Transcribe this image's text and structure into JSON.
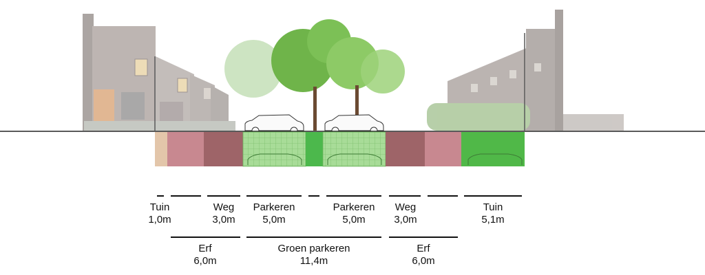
{
  "colors": {
    "tuin_small": "#e3c6aa",
    "erf": "#c88890",
    "weg": "#9e6468",
    "green_grid": "#a8dc98",
    "green_strip": "#4cb84c",
    "tuin_green": "#50b848",
    "ground_line": "#222222",
    "building": "#a09896"
  },
  "icons": {
    "tree": "tree-icon",
    "car": "car-icon",
    "house": "house-icon"
  },
  "labels": {
    "tuin_left_name": "Tuin",
    "tuin_left_width": "1,0m",
    "weg_left_name": "Weg",
    "weg_left_width": "3,0m",
    "parkeren_left_name": "Parkeren",
    "parkeren_left_width": "5,0m",
    "parkeren_right_name": "Parkeren",
    "parkeren_right_width": "5,0m",
    "weg_right_name": "Weg",
    "weg_right_width": "3,0m",
    "tuin_right_name": "Tuin",
    "tuin_right_width": "5,1m",
    "erf_left_name": "Erf",
    "erf_left_width": "6,0m",
    "groen_name": "Groen parkeren",
    "groen_width": "11,4m",
    "erf_right_name": "Erf",
    "erf_right_width": "6,0m"
  }
}
